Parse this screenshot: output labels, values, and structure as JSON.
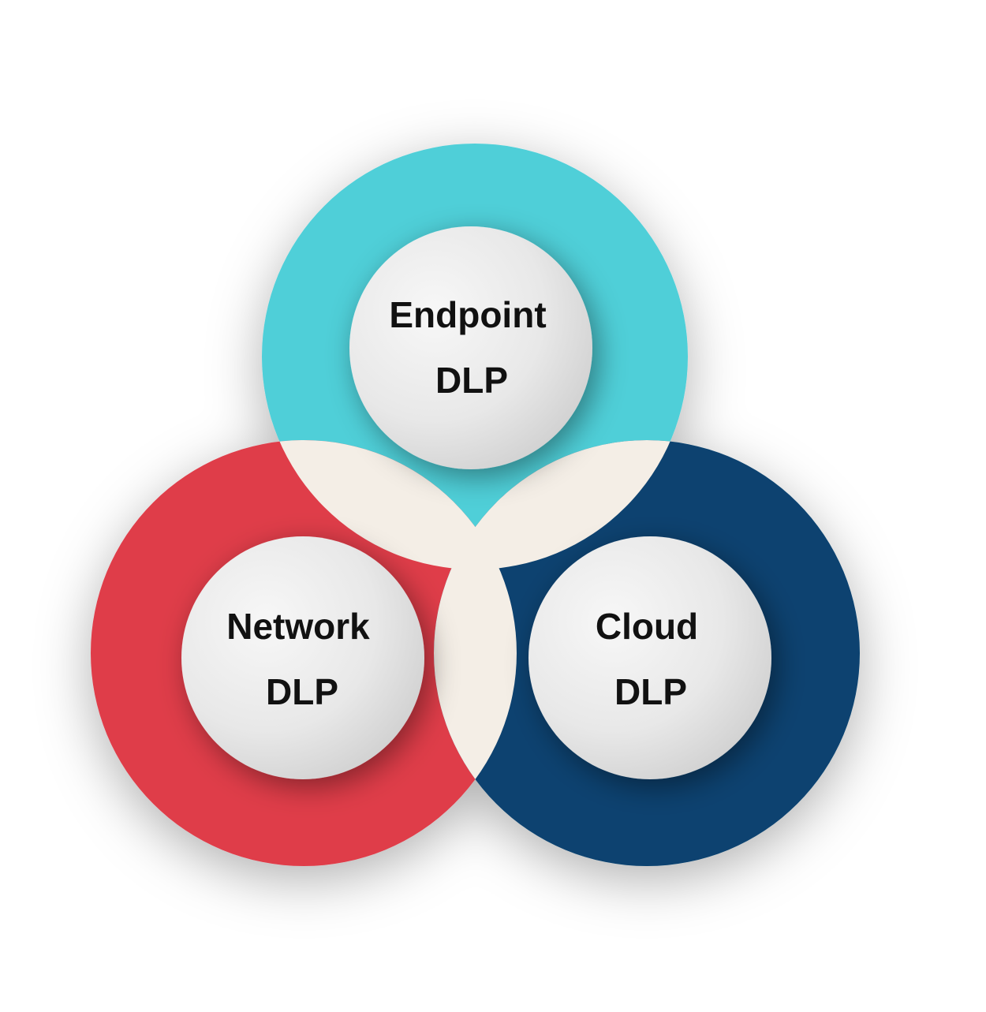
{
  "diagram": {
    "circles": [
      {
        "id": "endpoint",
        "line1": "Endpoint",
        "line2": "DLP",
        "color": "#4fcfd8"
      },
      {
        "id": "network",
        "line1": "Network",
        "line2": "DLP",
        "color": "#df3c4a"
      },
      {
        "id": "cloud",
        "line1": "Cloud",
        "line2": "DLP",
        "color": "#07426f"
      }
    ],
    "overlap_color": "#f4eee6",
    "inner_circle_color": "#e6e6e6"
  }
}
